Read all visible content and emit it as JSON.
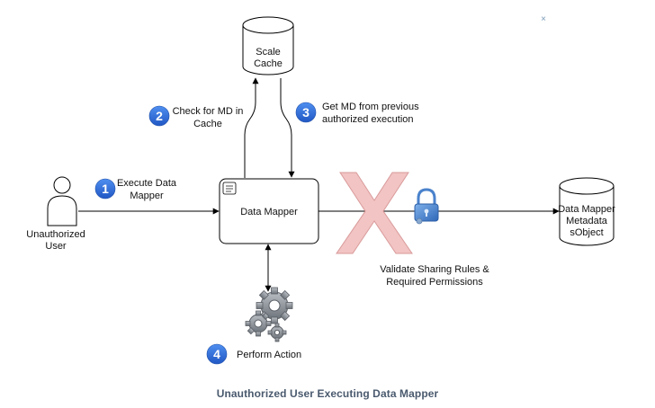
{
  "colors": {
    "badge": "#2f6fd8",
    "cross_fill": "#f2c4c4",
    "cross_stroke": "#d99a9a",
    "caption": "#4a5a6e",
    "dismiss": "#7a9ab8"
  },
  "icons": {
    "user": "user-icon",
    "script": "script-icon",
    "lock": "lock-icon",
    "gears": "gears-icon",
    "dismiss": "close-icon"
  },
  "dismiss_symbol": "×",
  "nodes": {
    "scale_cache": {
      "lines": [
        "Scale",
        "Cache"
      ]
    },
    "data_mapper": {
      "label": "Data Mapper"
    },
    "metadata": {
      "lines": [
        "Data Mapper",
        "Metadata",
        "sObject"
      ]
    },
    "user": {
      "lines": [
        "Unauthorized",
        "User"
      ]
    }
  },
  "steps": [
    {
      "number": "1",
      "lines": [
        "Execute Data",
        "Mapper"
      ]
    },
    {
      "number": "2",
      "lines": [
        "Check for MD in",
        "Cache"
      ]
    },
    {
      "number": "3",
      "lines": [
        "Get MD from previous",
        "authorized execution"
      ]
    },
    {
      "number": "4",
      "lines": [
        "Perform Action"
      ]
    }
  ],
  "validation": {
    "lines": [
      "Validate Sharing Rules &",
      "Required Permissions"
    ]
  },
  "caption": "Unauthorized User Executing Data Mapper"
}
